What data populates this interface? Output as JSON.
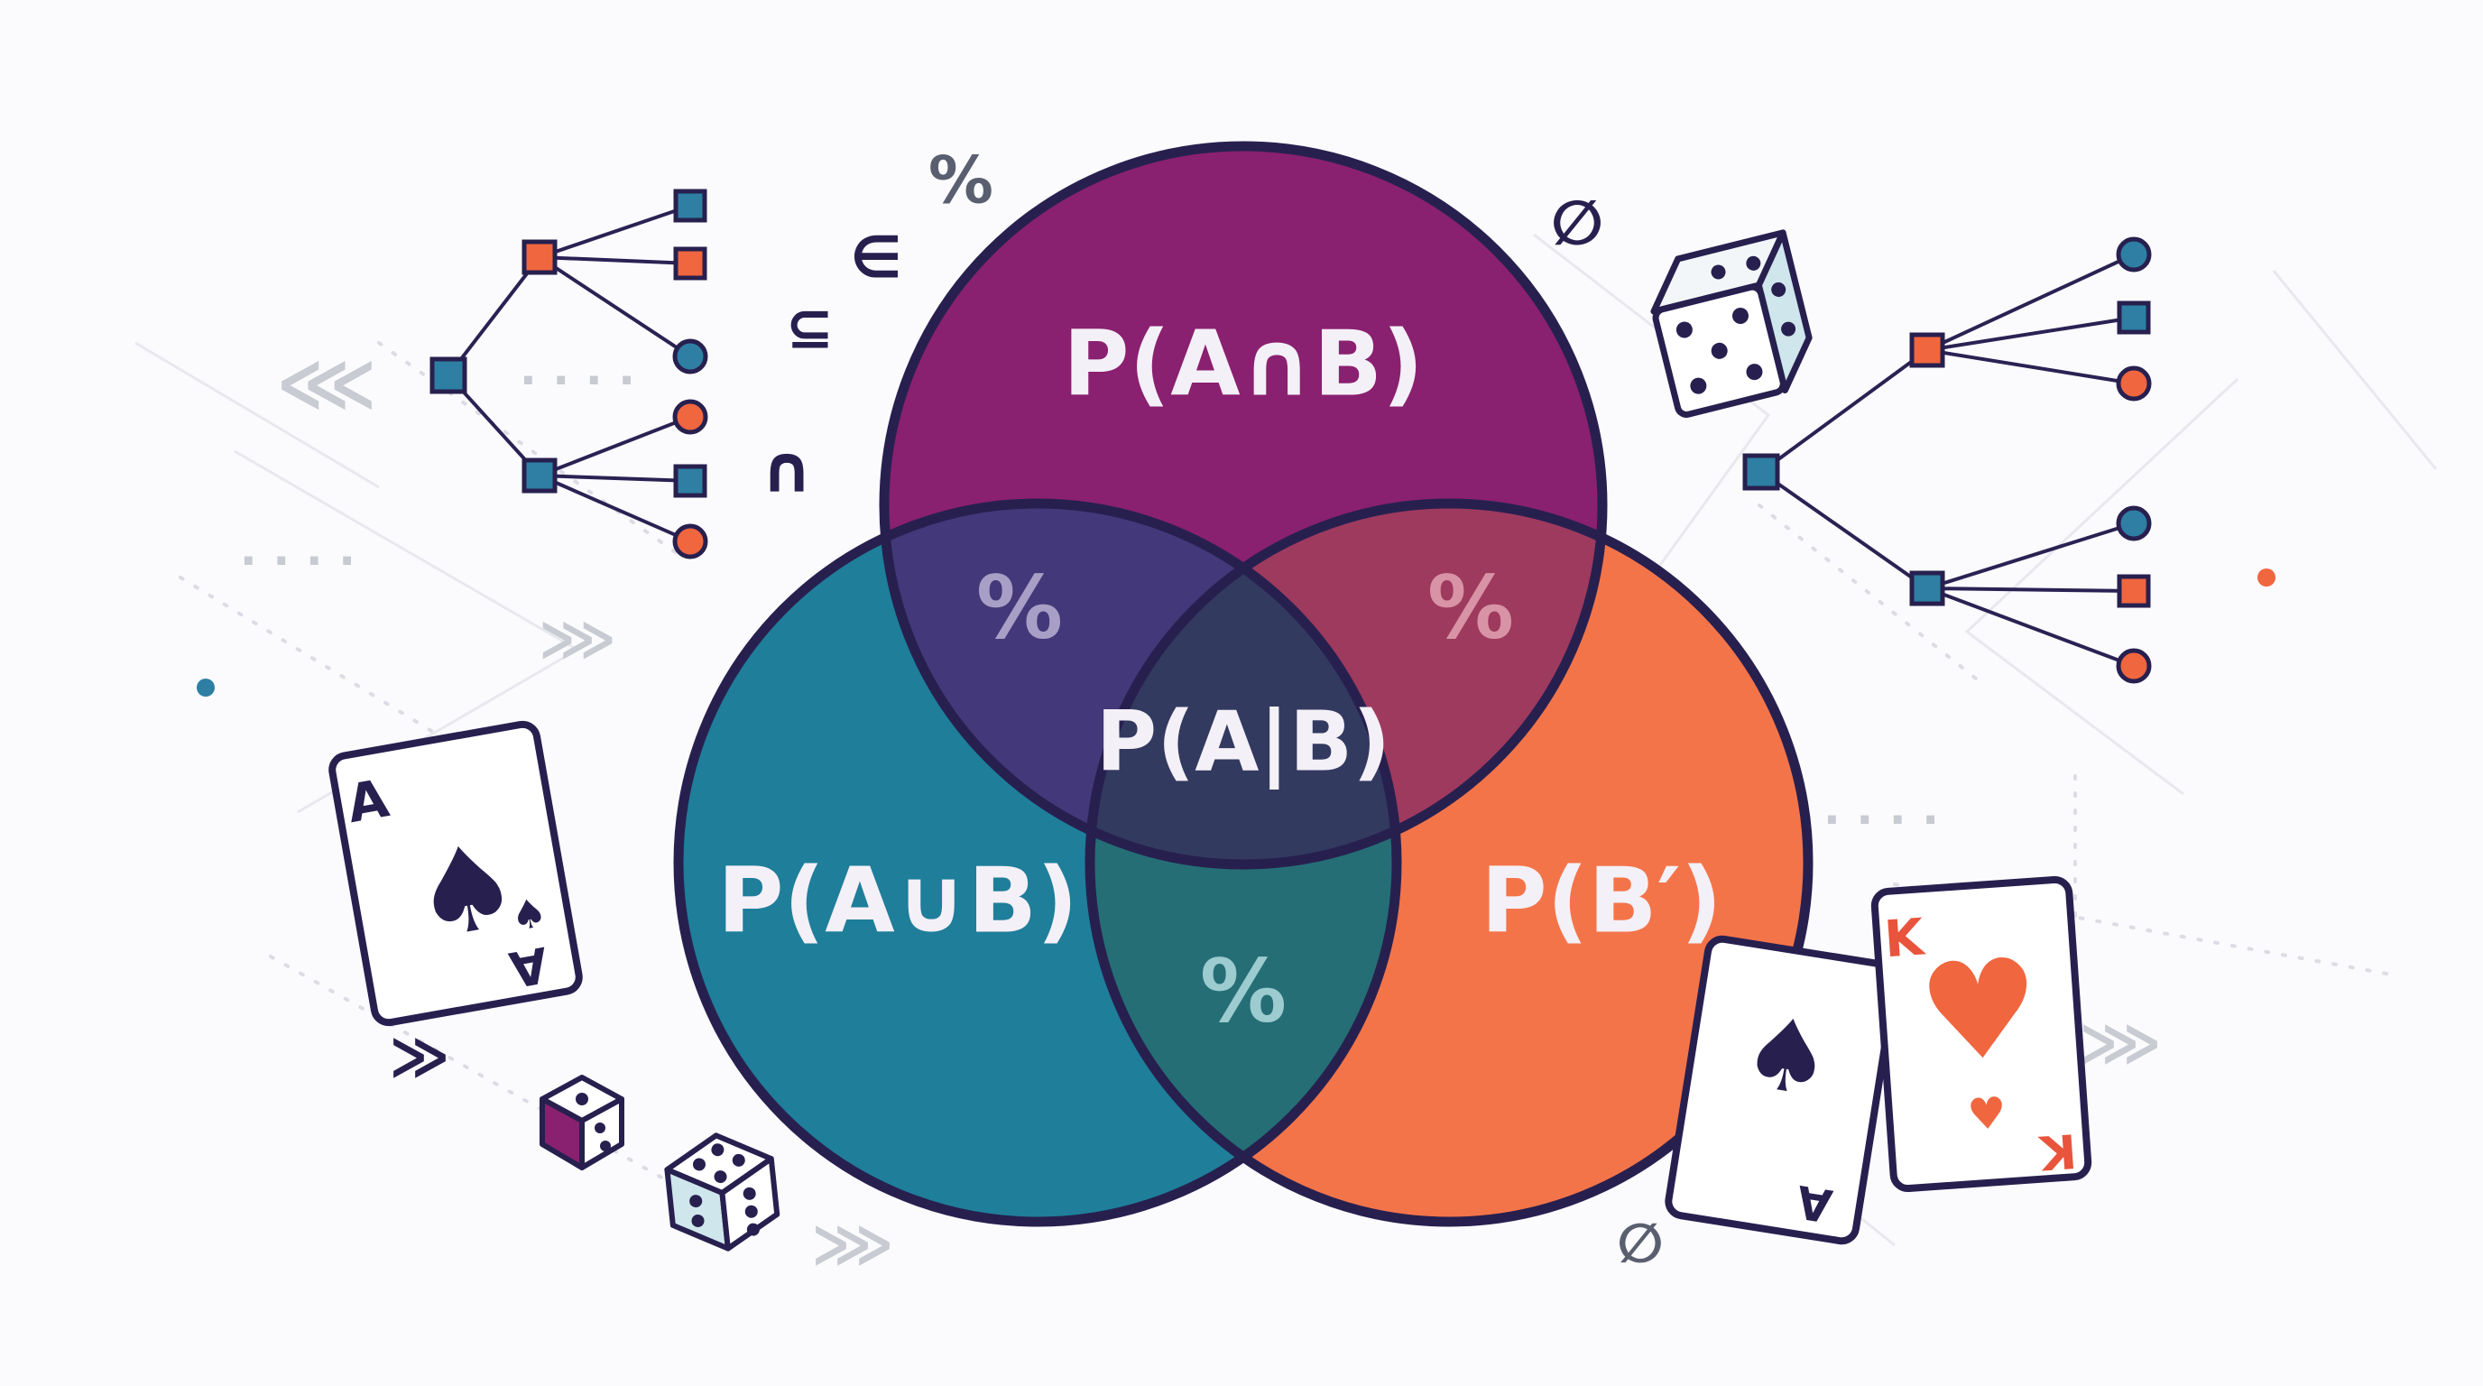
{
  "palette": {
    "background": "#fbfbfd",
    "outline": "#27204f",
    "circle_purple": "#8a2070",
    "circle_teal": "#1f7e9a",
    "circle_orange": "#f4744a",
    "overlap_purple_teal": "#433879",
    "overlap_purple_orange": "#9e3a5e",
    "overlap_teal_orange": "#256e75",
    "overlap_center": "#333a60",
    "label_light": "#f4f0f7",
    "pct_lavender": "#a89fc6",
    "pct_pink": "#d893a6",
    "pct_cyan": "#9ccbd0",
    "node_teal": "#2e7fa3",
    "node_orange": "#f0663f",
    "muted_gray": "#c9cbd3",
    "slate_gray": "#5a5f70",
    "card_red": "#e8543c"
  },
  "venn": {
    "top_label": "P(A∩B)",
    "left_label": "P(A∪B)",
    "right_label": "P(B′)",
    "center_label": "P(A|B)",
    "percent": "%"
  },
  "symbols": {
    "percent": "%",
    "element_of": "∈",
    "subset": "⊆",
    "intersection": "∩",
    "empty_set": "∅",
    "chevrons_left": "⋘",
    "chevrons_right": "⋙",
    "chevrons_dark": "≫",
    "dots": "· · · ·"
  },
  "cards": {
    "ace_rank": "A",
    "king_rank": "K",
    "spade": "♠",
    "heart": "♥"
  }
}
